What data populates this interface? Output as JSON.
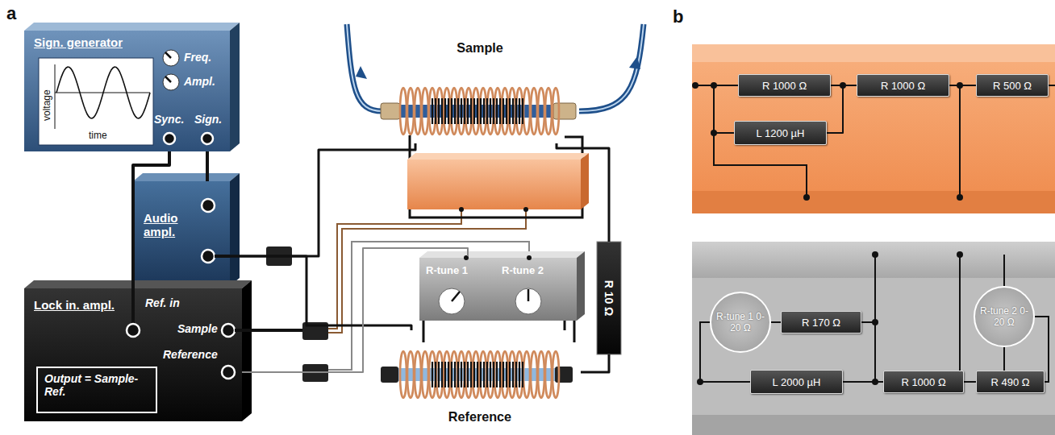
{
  "diagram": {
    "nodes": [
      {
        "text": [
          "Sign. generator",
          "Freq.",
          "Ampl.",
          "voltage",
          "time",
          "Sync.",
          "Sign."
        ]
      },
      {
        "text": [
          "Audio ampl."
        ]
      },
      {
        "text": [
          "Lock in. ampl.",
          "Ref. in",
          "Sample",
          "Reference"
        ]
      },
      {
        "text": [
          "Output = Sample-Ref."
        ],
        "in": 2
      },
      {
        "text": [
          "Sample"
        ]
      },
      {
        "text": [
          "R-tune 1",
          "R-tune 2"
        ]
      },
      {
        "text": [
          "R 10 Ω"
        ]
      },
      {
        "text": [
          "Reference"
        ]
      },
      {
        "text": [
          "R 1000 Ω"
        ]
      },
      {
        "text": [
          "L 1200 µH"
        ]
      },
      {
        "text": [
          "R 1000 Ω"
        ]
      },
      {
        "text": [
          "R 500 Ω"
        ]
      },
      {
        "text": [
          "R-tune 1 0-20 Ω"
        ]
      },
      {
        "text": [
          "R 170 Ω"
        ]
      },
      {
        "text": [
          "L 2000 µH"
        ]
      },
      {
        "text": [
          "R 1000 Ω"
        ]
      },
      {
        "text": [
          "R-tune 2 0-20 Ω"
        ]
      },
      {
        "text": [
          "R 490 Ω"
        ]
      }
    ],
    "edges": [
      {
        "from": 0,
        "to": 2,
        "arrow": "none"
      },
      {
        "from": 0,
        "to": 1,
        "arrow": "none"
      },
      {
        "from": 1,
        "to": 4,
        "arrow": "none"
      },
      {
        "from": 1,
        "to": 7,
        "arrow": "none"
      },
      {
        "from": 2,
        "to": 5,
        "arrow": "none"
      },
      {
        "from": 4,
        "to": 6,
        "arrow": "none"
      },
      {
        "from": 6,
        "to": 7,
        "arrow": "none"
      },
      {
        "from": 5,
        "to": 7,
        "arrow": "none"
      },
      {
        "from": 8,
        "to": 10,
        "arrow": "none"
      },
      {
        "from": 9,
        "to": 10,
        "arrow": "none"
      },
      {
        "from": 10,
        "to": 11,
        "arrow": "none"
      },
      {
        "from": 12,
        "to": 13,
        "arrow": "none"
      },
      {
        "from": 13,
        "to": 15,
        "arrow": "none"
      },
      {
        "from": 14,
        "to": 15,
        "arrow": "none"
      },
      {
        "from": 15,
        "to": 17,
        "arrow": "none"
      },
      {
        "from": 16,
        "to": 17,
        "arrow": "none"
      }
    ],
    "labels": [
      "a",
      "b"
    ]
  }
}
